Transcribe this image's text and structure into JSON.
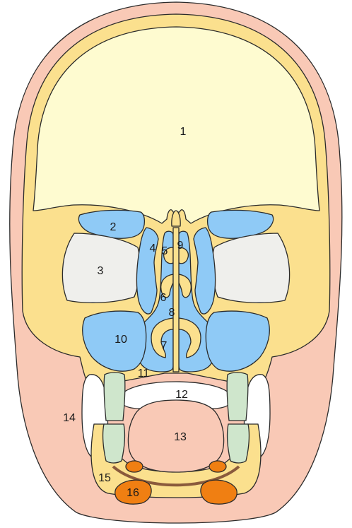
{
  "colors": {
    "skin": "#f9c9b6",
    "bone": "#fbe08e",
    "brain": "#fefbd0",
    "sinus": "#8fcaf6",
    "orbit": "#efefec",
    "tooth": "#cfe6cc",
    "gland": "#f07f12",
    "outline": "#2b2b2b"
  },
  "labels": {
    "l1": "1",
    "l2": "2",
    "l3": "3",
    "l4": "4",
    "l5": "5",
    "l6": "6",
    "l7": "7",
    "l8": "8",
    "l9": "9",
    "l10": "10",
    "l11": "11",
    "l12": "12",
    "l13": "13",
    "l14": "14",
    "l15": "15",
    "l16": "16"
  }
}
